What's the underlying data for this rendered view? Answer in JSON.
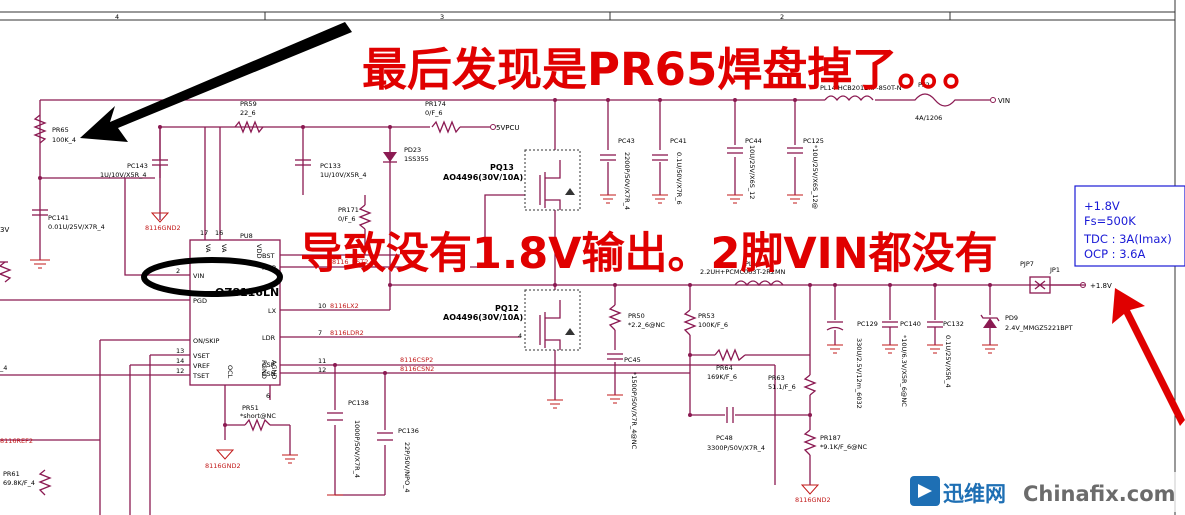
{
  "ruler": {
    "t4": "4",
    "t3": "3",
    "t2": "2"
  },
  "annotations": {
    "headline": "最后发现是PR65焊盘掉了。。。",
    "subline": "导致没有1.8V输出。2脚VIN都没有"
  },
  "spec_box": {
    "l1": "+1.8V",
    "l2": "Fs=500K",
    "l3": "TDC : 3A(Imax)",
    "l4": "OCP : 3.6A"
  },
  "watermark": {
    "cn": "迅维网",
    "en": "Chinafix.com"
  },
  "ic": {
    "ref": "PU8",
    "name": "OZ8116LN",
    "pins": {
      "vin": "VIN",
      "pgd": "PGD",
      "on_skip": "ON/SKIP",
      "vset": "VSET",
      "vref": "VREF",
      "tset": "TSET",
      "bst": "BST",
      "hdr": "HDR",
      "lx": "LX",
      "ldr": "LDR",
      "csp": "CSP",
      "csn": "CSN",
      "vdd": "VDD",
      "pgnd": "PGND",
      "agnd": "AGND",
      "va": "VA",
      "ocl": "OCL"
    },
    "pinnums": {
      "p2": "2",
      "p17": "17",
      "p16": "16",
      "p13": "13",
      "p14": "14",
      "p12b": "12",
      "p10": "10",
      "p7": "7",
      "p11": "11",
      "p12": "12",
      "p6": "6",
      "p4": "4"
    }
  },
  "nets": {
    "vin": "VIN",
    "v5pcu": "5VPCU",
    "v18": "+1.8V",
    "v3": "3V",
    "gnd1": "8116GND2",
    "gnd2": "8116GND2",
    "gnd3": "8116GND2",
    "lx2": "8116LX2",
    "ldr2": "8116LDR2",
    "csp2": "8116CSP2",
    "csn2": "8116CSN2",
    "ref2": "8116REF2",
    "bst": "8116_BST2"
  },
  "parts": {
    "pr65": "PR65",
    "pr65v": "100K_4",
    "pr59": "PR59",
    "pr59v": "22_6",
    "pr174": "PR174",
    "pr174v": "0/F_6",
    "pc143": "PC143",
    "pc143v": "1U/10V/X5R_4",
    "pc133": "PC133",
    "pc133v": "1U/10V/X5R_4",
    "pd23": "PD23",
    "pd23v": "1SS355",
    "pr171": "PR171",
    "pr171v": "0/F_6",
    "pc141": "PC141",
    "pc141v": "0.01U/25V/X7R_4",
    "pq13": "PQ13",
    "pq13v": "AO4496(30V/10A)",
    "pq12": "PQ12",
    "pq12v": "AO4496(30V/10A)",
    "pc43": "PC43",
    "pc43v": "2200P/50V/X7R_4",
    "pc41": "PC41",
    "pc41v": "0.1U/50V/X7R_6",
    "pc44": "PC44",
    "pc44v": "10U/25V/X6S_12",
    "pc125": "PC125",
    "pc125v": "*10U/25V/X6S_12@",
    "pl14v": "PL14 HCB2012KF-850T-N",
    "pf2": "PF2",
    "pf2v": "4A/1206",
    "pl15": "PL15",
    "pl15v": "2.2UH+PCMC063T-2R2MN",
    "pr50": "PR50",
    "pr50v": "*2.2_6@NC",
    "pc45": "PC45",
    "pc45v": "*1500P/50V/X7R_4@NC",
    "pr53": "PR53",
    "pr53v": "100K/F_6",
    "pr64": "PR64",
    "pr64v": "169K/F_6",
    "pr63": "PR63",
    "pr63v": "51.1/F_6",
    "pc48": "PC48",
    "pc48v": "3300P/50V/X7R_4",
    "pr187": "PR187",
    "pr187v": "*9.1K/F_6@NC",
    "pc129": "PC129",
    "pc129v": "330U/2.5V/12m_6032",
    "pc140": "PC140",
    "pc140v": "*10U/6.3V/X5R_6@NC",
    "pc132": "PC132",
    "pc132v": "0.1U/25V/X5R_4",
    "pd9": "PD9",
    "pd9v": "2.4V_MMGZ5221BPT",
    "pjp7": "PJP7",
    "pjp7v": "JP1",
    "pr51": "PR51",
    "pr51v": "*short@NC",
    "pc138": "PC138",
    "pc138v": "1000P/50V/X7R_4",
    "pc136": "PC136",
    "pc136v": "22P/50V/NPO_4",
    "pr61": "PR61",
    "pr61v": "69.8K/F_4",
    "ref_tail": "_4"
  },
  "colors": {
    "wire": "#8b1a52",
    "annotation": "#e00000",
    "spec": "#1a1ad6",
    "watermark_bg": "#1e6fb4"
  }
}
